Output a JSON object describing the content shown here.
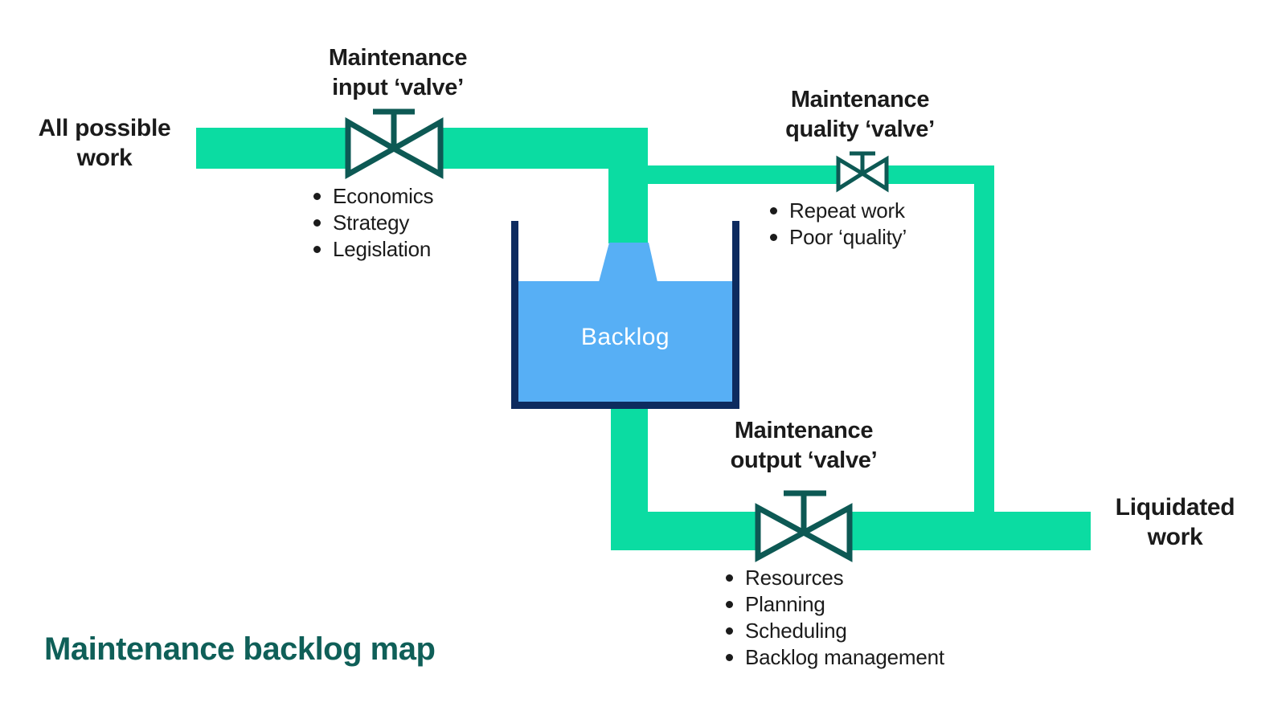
{
  "title": "Maintenance backlog map",
  "colors": {
    "pipe_green": "#0bdca2",
    "valve_teal": "#0d5954",
    "tank_navy": "#0d2b5f",
    "liquid_blue": "#57aff5",
    "title_teal": "#0f5f58",
    "text_dark": "#1b1b1b"
  },
  "icons": {
    "valve": "gate-valve-bowtie-icon"
  },
  "source": {
    "line1": "All possible",
    "line2": "work"
  },
  "sink": {
    "line1": "Liquidated",
    "line2": "work"
  },
  "tank": {
    "label": "Backlog"
  },
  "valves": {
    "input": {
      "line1": "Maintenance",
      "line2": "input ‘valve’",
      "factors": [
        "Economics",
        "Strategy",
        "Legislation"
      ]
    },
    "quality": {
      "line1": "Maintenance",
      "line2": "quality ‘valve’",
      "factors": [
        "Repeat work",
        "Poor ‘quality’"
      ]
    },
    "output": {
      "line1": "Maintenance",
      "line2": "output ‘valve’",
      "factors": [
        "Resources",
        "Planning",
        "Scheduling",
        "Backlog management"
      ]
    }
  }
}
